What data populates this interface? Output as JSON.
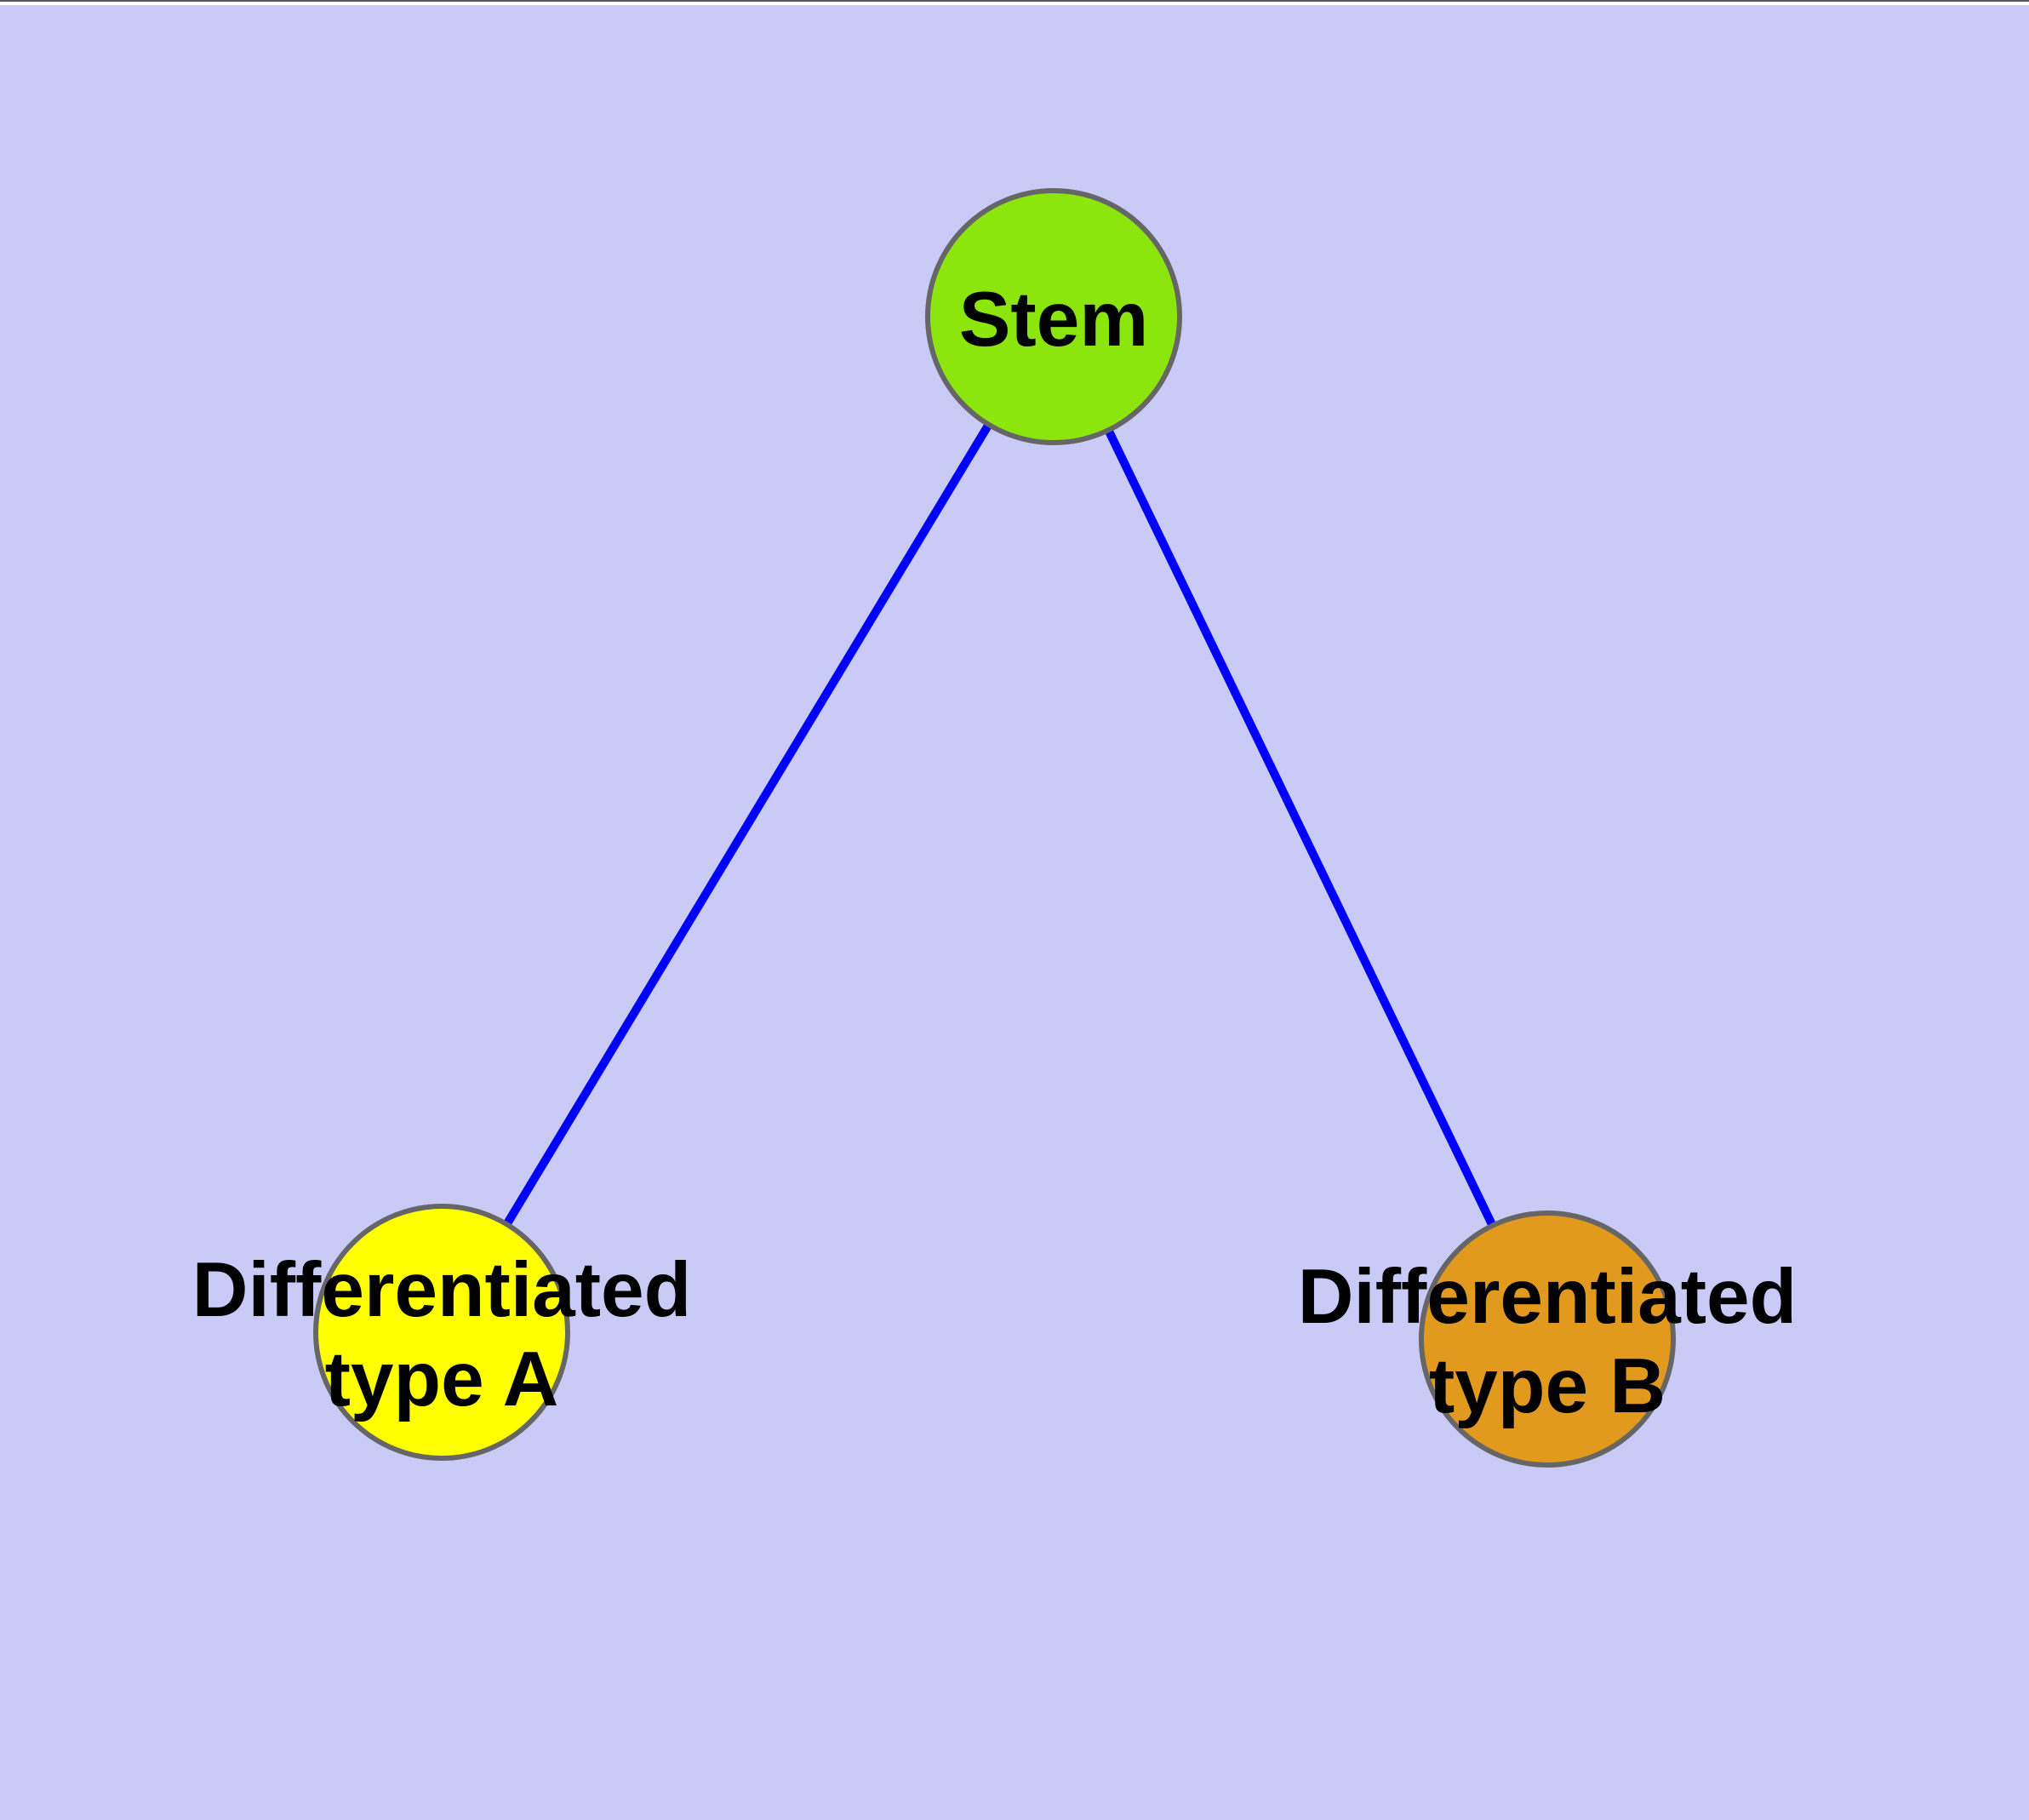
{
  "diagram": {
    "type": "node-link-graph",
    "background_color": "#cacaf7",
    "frame": {
      "top_line_color": "#58585c",
      "top_strip_color": "#ffffff"
    },
    "edge_color": "#0000ff",
    "node_border_color": "#666666",
    "text_color": "#000000",
    "nodes": [
      {
        "id": "stem",
        "label": "Stem",
        "fill": "#8ce60e"
      },
      {
        "id": "differentiated-type-a",
        "label": "Differentiated type A",
        "label_line1": "Differentiated",
        "label_line2": "type A",
        "fill": "#ffff00"
      },
      {
        "id": "differentiated-type-b",
        "label": "Differentiated type B",
        "label_line1": "Differentiated",
        "label_line2": "type B",
        "fill": "#e29a1e"
      }
    ],
    "edges": [
      {
        "source": "Stem",
        "target": "Differentiated type A"
      },
      {
        "source": "Stem",
        "target": "Differentiated type B"
      }
    ]
  }
}
